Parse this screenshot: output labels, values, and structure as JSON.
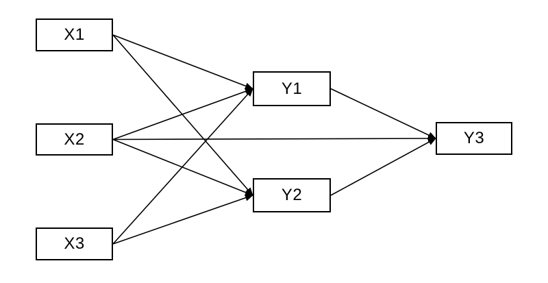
{
  "diagram": {
    "nodes": {
      "x1": {
        "label": "X1"
      },
      "x2": {
        "label": "X2"
      },
      "x3": {
        "label": "X3"
      },
      "y1": {
        "label": "Y1"
      },
      "y2": {
        "label": "Y2"
      },
      "y3": {
        "label": "Y3"
      }
    },
    "edges": [
      {
        "from": "x1",
        "to": "y1"
      },
      {
        "from": "x1",
        "to": "y2"
      },
      {
        "from": "x2",
        "to": "y1"
      },
      {
        "from": "x2",
        "to": "y2"
      },
      {
        "from": "x2",
        "to": "y3"
      },
      {
        "from": "x3",
        "to": "y1"
      },
      {
        "from": "x3",
        "to": "y2"
      },
      {
        "from": "y1",
        "to": "y3"
      },
      {
        "from": "y2",
        "to": "y3"
      }
    ],
    "colors": {
      "stroke": "#000000",
      "fill": "#ffffff"
    }
  }
}
